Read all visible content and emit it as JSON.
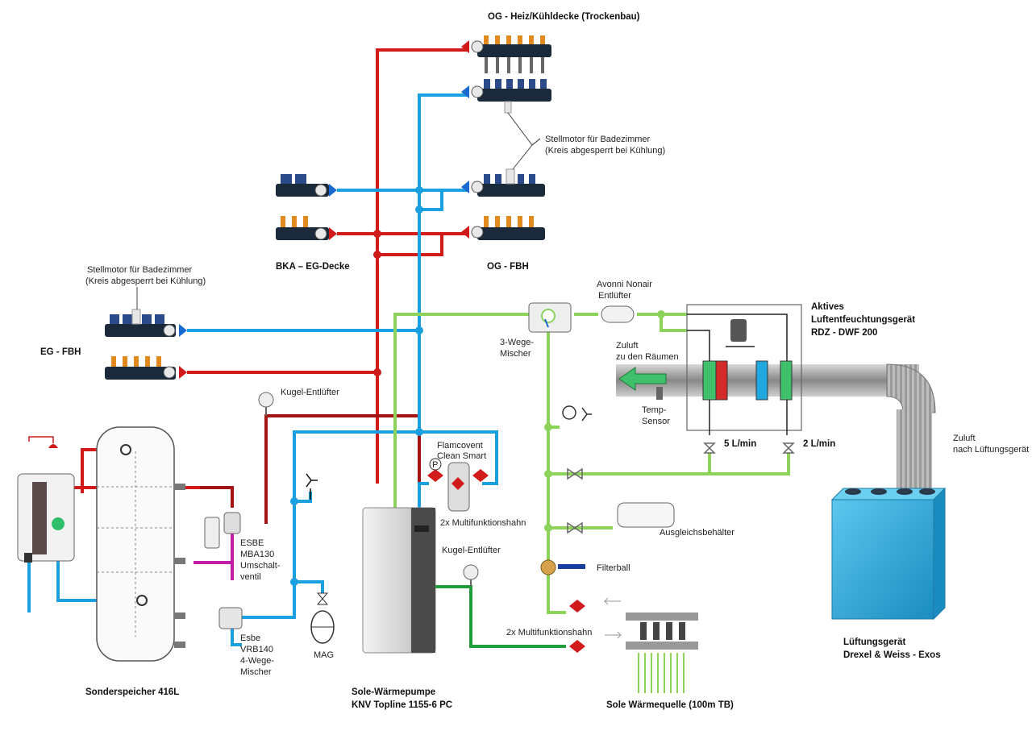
{
  "labels": {
    "og_decke": "OG - Heiz/Kühldecke (Trockenbau)",
    "stellmotor_og_1": "Stellmotor für Badezimmer",
    "stellmotor_og_2": "(Kreis abgesperrt bei Kühlung)",
    "bka": "BKA – EG-Decke",
    "og_fbh": "OG - FBH",
    "stellmotor_eg_1": "Stellmotor für Badezimmer",
    "stellmotor_eg_2": "(Kreis abgesperrt bei Kühlung)",
    "eg_fbh": "EG - FBH",
    "kugel_entluefter_1": "Kugel-Entlüfter",
    "kugel_entluefter_2": "Kugel-Entlüfter",
    "flamcovent_1": "Flamcovent",
    "flamcovent_2": "Clean Smart",
    "multifunktionshahn_1": "2x Multifunktionshahn",
    "multifunktionshahn_2": "2x Multifunktionshahn",
    "esbe_mba_1": "ESBE",
    "esbe_mba_2": "MBA130",
    "esbe_mba_3": "Umschalt-",
    "esbe_mba_4": "ventil",
    "esbe_vrb_1": "Esbe",
    "esbe_vrb_2": "VRB140",
    "esbe_vrb_3": "4-Wege-",
    "esbe_vrb_4": "Mischer",
    "mag": "MAG",
    "sonderspeicher": "Sonderspeicher 416L",
    "wp_1": "Sole-Wärmepumpe",
    "wp_2": "KNV Topline 1155-6 PC",
    "sole_quelle": "Sole Wärmequelle (100m TB)",
    "avonni_1": "Avonni Nonair",
    "avonni_2": "Entlüfter",
    "mischer3_1": "3-Wege-",
    "mischer3_2": "Mischer",
    "aktives_1": "Aktives",
    "aktives_2": "Luftentfeuchtungsgerät",
    "aktives_3": "RDZ - DWF 200",
    "zuluft_raeume_1": "Zuluft",
    "zuluft_raeume_2": "zu den Räumen",
    "temp_1": "Temp-",
    "temp_2": "Sensor",
    "flow_5": "5 L/min",
    "flow_2": "2 L/min",
    "zuluft_geraet_1": "Zuluft",
    "zuluft_geraet_2": "nach Lüftungsgerät",
    "ausgleich": "Ausgleichsbehälter",
    "filterball": "Filterball",
    "lueftung_1": "Lüftungsgerät",
    "lueftung_2": "Drexel & Weiss - Exos",
    "p_symbol": "P"
  },
  "colors": {
    "hot": "#d11a1a",
    "cold": "#1a9fe0",
    "brine": "#8dd35a",
    "brine_dark": "#1f9e3a",
    "return_dark": "#a31515",
    "mixer": "#c21fa8",
    "device_blue": "#2aa6d8"
  }
}
